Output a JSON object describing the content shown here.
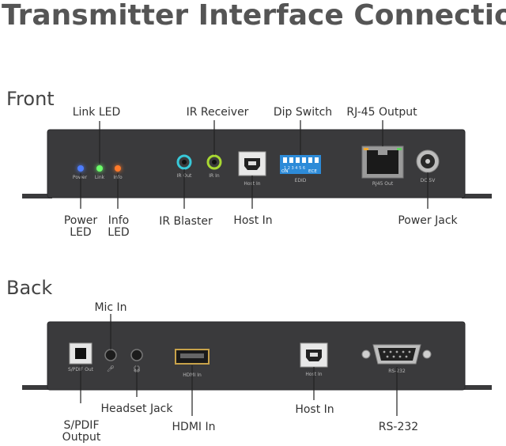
{
  "title": "Transmitter Interface Connection",
  "front": {
    "heading": "Front",
    "callouts": {
      "link_led": "Link LED",
      "ir_receiver": "IR Receiver",
      "dip_switch": "Dip Switch",
      "rj45_output": "RJ-45 Output",
      "power_led_1": "Power",
      "power_led_2": "LED",
      "info_led_1": "Info",
      "info_led_2": "LED",
      "ir_blaster": "IR Blaster",
      "host_in": "Host In",
      "power_jack": "Power Jack"
    },
    "panel_labels": {
      "power": "Power",
      "link": "Link",
      "info": "Info",
      "ir_out": "IR Out",
      "ir_in": "IR In",
      "host_in": "Host In",
      "dip_on": "ON",
      "dip_ece": "ECE",
      "dip_numbers": "1 2 3 4 5 6",
      "edid": "EDID",
      "rj45_out": "RJ45 Out",
      "dc_5v": "DC 5V"
    },
    "led_colors": {
      "power": "#4d7dff",
      "link": "#6cff6a",
      "info": "#ff7a2a"
    }
  },
  "back": {
    "heading": "Back",
    "callouts": {
      "mic_in": "Mic In",
      "headset_jack": "Headset Jack",
      "spdif_1": "S/PDIF",
      "spdif_2": "Output",
      "hdmi_in": "HDMI In",
      "host_in": "Host In",
      "rs232": "RS-232"
    },
    "panel_labels": {
      "spdif_out": "S/PDIF Out",
      "hdmi_in": "HDMI In",
      "host_in": "Host In",
      "rs232": "RS-232"
    }
  },
  "colors": {
    "panel": "#3a3a3c",
    "panel_edge": "#2a2a2c",
    "text": "#333333"
  }
}
